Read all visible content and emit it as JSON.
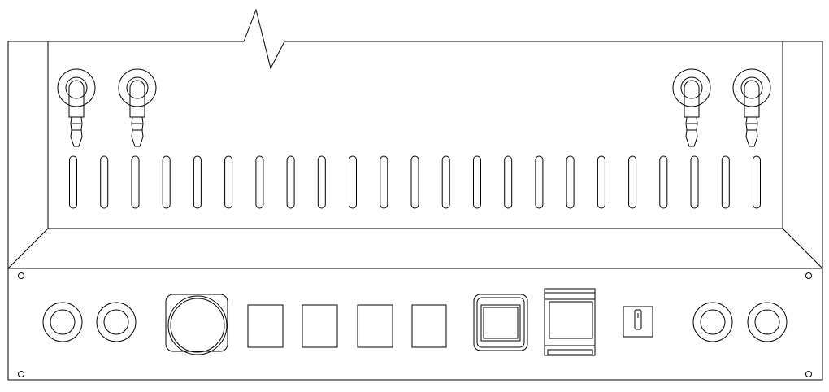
{
  "drawing": {
    "line_color": "#000000",
    "background": "#ffffff"
  },
  "top_panel": {
    "slot_count": 23,
    "valve_count": 4
  },
  "control_panel": {
    "rocker_switch_count": 4,
    "corner_screw_count": 4
  }
}
